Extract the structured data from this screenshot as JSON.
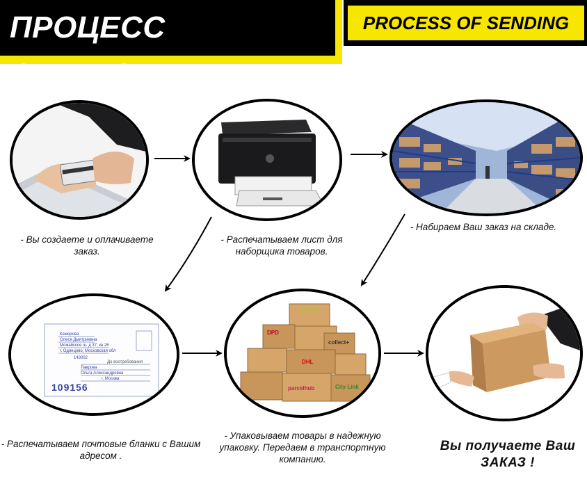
{
  "header": {
    "title_ru": "ПРОЦЕСС ОТГРУЗКИ",
    "title_en": "PROCESS OF SENDING"
  },
  "steps": [
    {
      "caption": "- Вы создаете и оплачиваете заказ."
    },
    {
      "caption": "- Распечатываем лист для наборщика товаров."
    },
    {
      "caption": "- Набираем Ваш заказ на складе."
    },
    {
      "caption": "- Распечатываем почтовые бланки с Вашим адресом ."
    },
    {
      "caption": "- Упаковываем товары в надежную упаковку. Передаем в транспортную компанию."
    },
    {
      "caption": "Вы получаете Ваш ЗАКАЗ !"
    }
  ],
  "envelope": {
    "postcode": "109156",
    "postcode_small": "143002",
    "line_to": "До востребования",
    "city": "г. Москва"
  },
  "box_brands": [
    "YODEL",
    "DPD",
    "DHL",
    "collect+",
    "parcelhub",
    "City Link"
  ],
  "colors": {
    "banner_yellow": "#f7e600",
    "banner_black": "#000000",
    "cardboard": "#c8955a"
  }
}
